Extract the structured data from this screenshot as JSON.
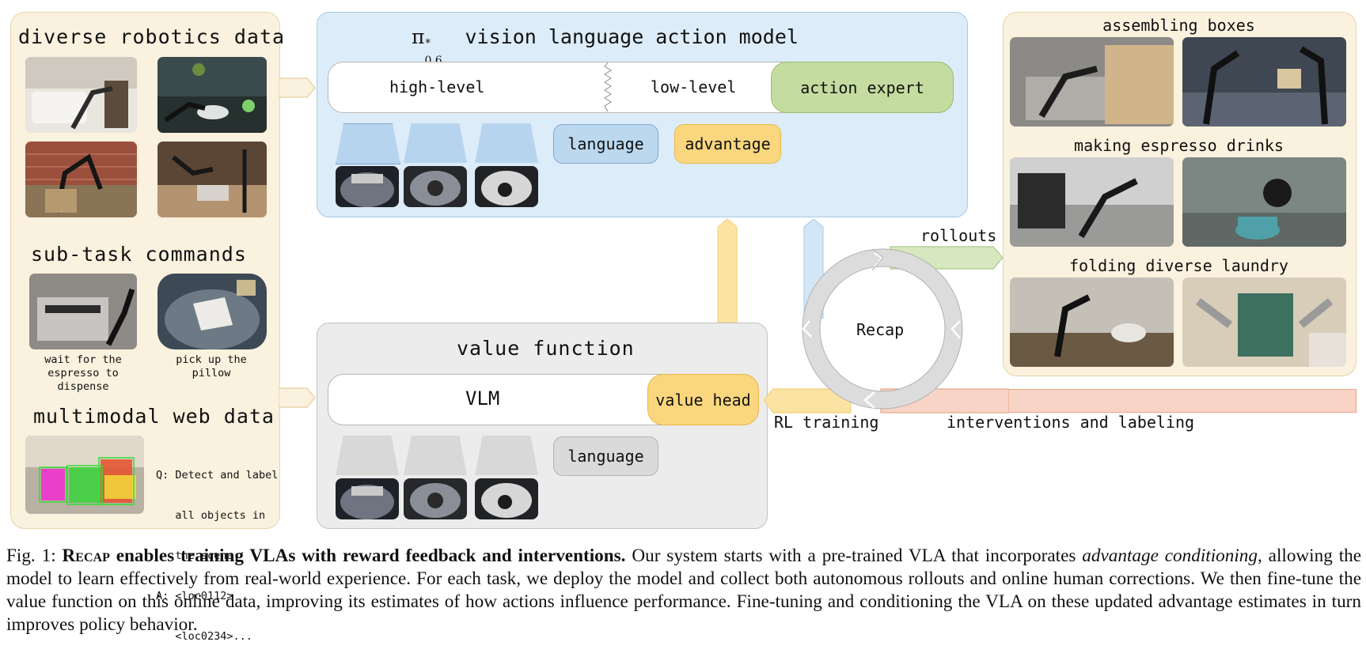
{
  "left_panel": {
    "section1_title": "diverse robotics data",
    "section2_title": "sub-task commands",
    "section2_captions": [
      "wait for the espresso to dispense",
      "pick up the pillow"
    ],
    "section3_title": "multimodal web data",
    "web_qa_lines": [
      "Q: Detect and label",
      "   all objects in",
      "   the scene.",
      "A: <loc0112>",
      "   <loc0234>..."
    ]
  },
  "vla": {
    "title_symbol": "π",
    "title_sup": "*",
    "title_sub": "0.6",
    "title_text": " vision language action model",
    "high_level": "high-level",
    "low_level": "low-level",
    "action_expert": "action expert",
    "language": "language",
    "advantage": "advantage"
  },
  "value_function": {
    "title": "value function",
    "vlm": "VLM",
    "value_head": "value head",
    "language": "language"
  },
  "loop": {
    "center": "Recap",
    "rollouts": "rollouts",
    "rl_training": "RL training",
    "interventions": "interventions and labeling"
  },
  "right_panel": {
    "tasks": [
      "assembling boxes",
      "making espresso drinks",
      "folding diverse laundry"
    ]
  },
  "caption": {
    "fig": "Fig. 1: ",
    "bold_lead_sc": "Recap",
    "bold_lead": " enables training VLAs with reward feedback and interventions.",
    "body1": " Our system starts with a pre-trained VLA that incorporates ",
    "italic": "advantage conditioning",
    "body2": ", allowing the model to learn effectively from real-world experience. For each task, we deploy the model and collect both autonomous rollouts and online human corrections. We then fine-tune the value function on this online data, improving its estimates of how actions influence performance. Fine-tuning and conditioning the VLA on these updated advantage estimates in turn improves policy behavior."
  },
  "colors": {
    "panel_beige": "#faf1de",
    "vla_blue": "#dcecf8",
    "action_green": "#c5dca0",
    "advantage_yellow": "#fad77e",
    "language_blue": "#bcd8ef",
    "vf_gray": "#ececec",
    "intervention_red": "#f8d4c6"
  }
}
